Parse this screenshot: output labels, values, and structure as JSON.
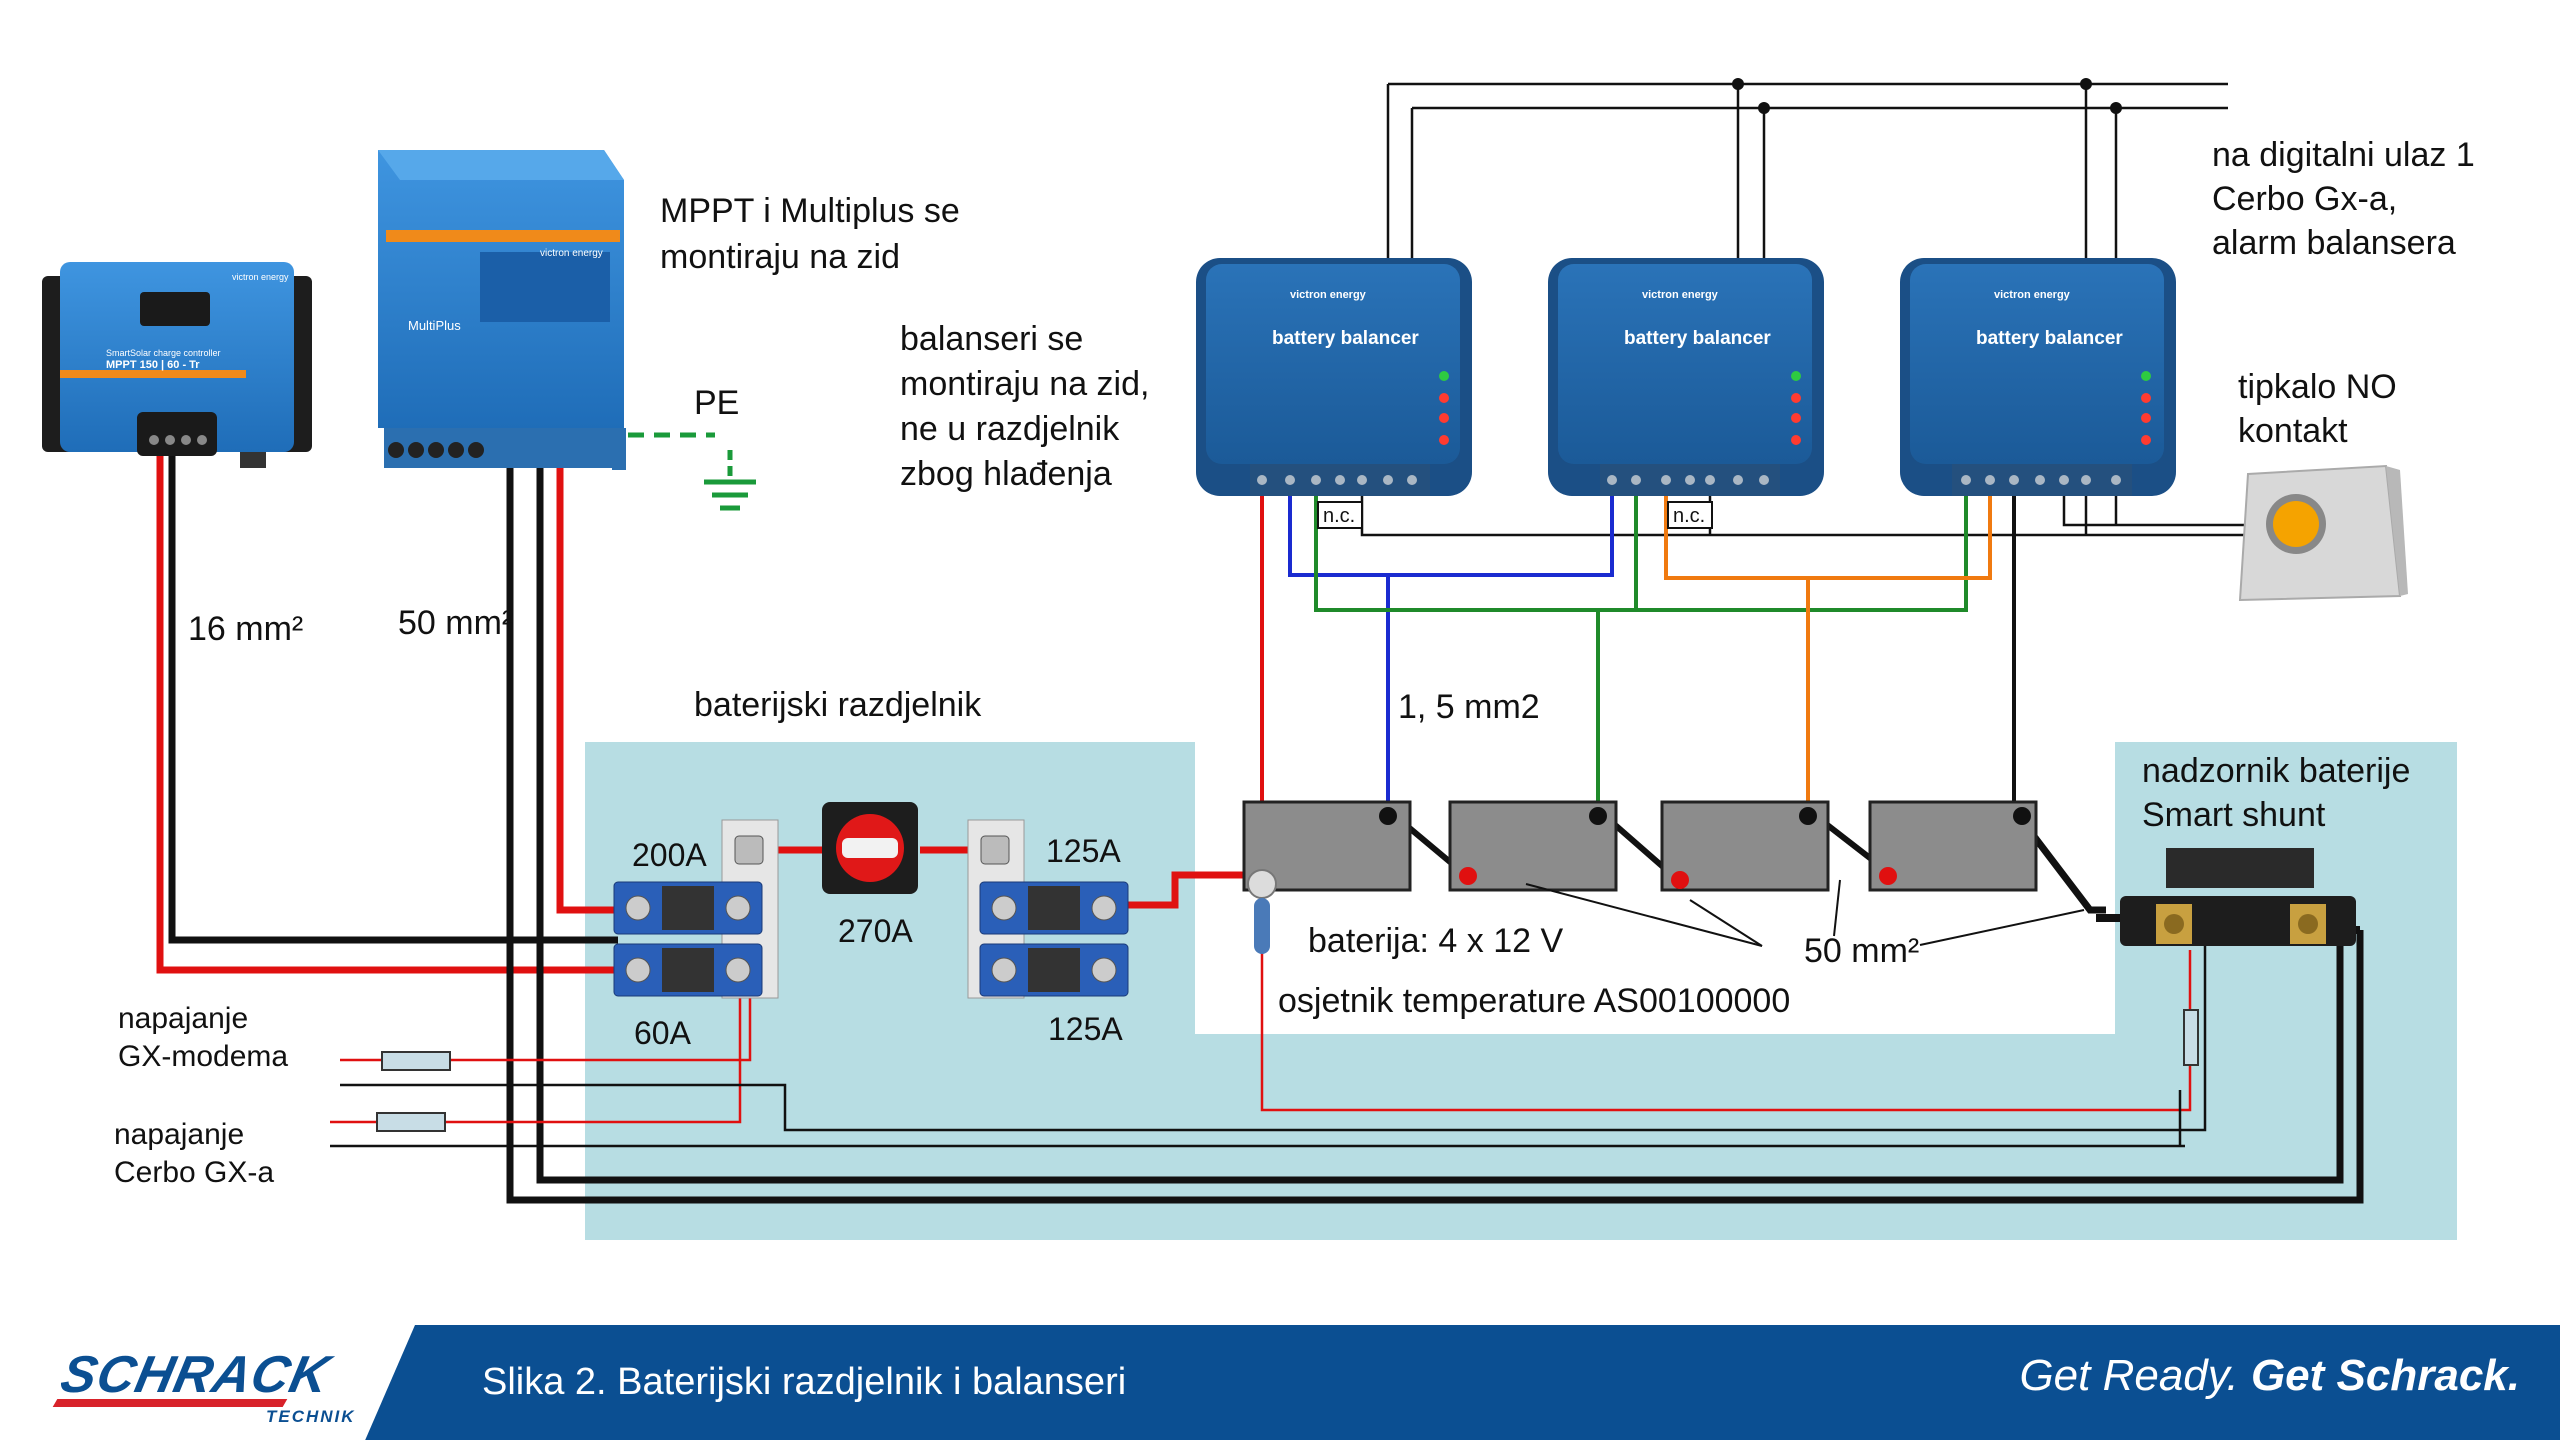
{
  "labels": {
    "mppt_multiplus": [
      "MPPT i Multiplus se",
      "montiraju na zid"
    ],
    "balancers": [
      "balanseri se",
      "montiraju na zid,",
      "ne u razdjelnik",
      "zbog hlađenja"
    ],
    "pe": "PE",
    "wire16": "16 mm²",
    "wire50": "50 mm²",
    "battery_box": "baterijski razdjelnik",
    "wire15": "1, 5 mm2",
    "digital_input": [
      "na digitalni ulaz 1",
      "Cerbo Gx-a,",
      "alarm balansera"
    ],
    "button": [
      "tipkalo NO",
      "kontakt"
    ],
    "monitor": [
      "nadzornik baterije",
      "Smart shunt"
    ],
    "fuse200": "200A",
    "fuse60": "60A",
    "switch270": "270A",
    "fuse125a": "125A",
    "fuse125b": "125A",
    "battery": "baterija: 4 x 12 V",
    "wire50b": "50 mm²",
    "temp_sensor": "osjetnik temperature AS00100000",
    "modem_power": [
      "napajanje",
      "GX-modema"
    ],
    "cerbo_power": [
      "napajanje",
      "Cerbo GX-a"
    ],
    "nc1": "n.c.",
    "nc2": "n.c."
  },
  "devices": {
    "mppt_brand": "victron energy",
    "mppt_title": "SmartSolar charge controller",
    "mppt_model": "MPPT 150 | 60 - Tr",
    "multiplus_brand": "victron energy",
    "multiplus_title": "MultiPlus",
    "balancer_brand": "victron energy",
    "balancer_title": "battery balancer"
  },
  "footer": {
    "logo": "SCHRACK",
    "logo_sub": "TECHNIK",
    "caption": "Slika 2.  Baterijski razdjelnik i balanseri",
    "slogan_light": "Get Ready.",
    "slogan_bold": " Get Schrack."
  },
  "colors": {
    "victron_blue": "#2f7fc8",
    "panel_bg": "#b7dde3",
    "wire_red": "#e01010",
    "wire_black": "#111111",
    "wire_blue": "#1a2bd0",
    "wire_green": "#1f8a2a",
    "wire_orange": "#f07a10",
    "pe_green": "#1a9a3a",
    "schrack_blue": "#0b4f92"
  }
}
